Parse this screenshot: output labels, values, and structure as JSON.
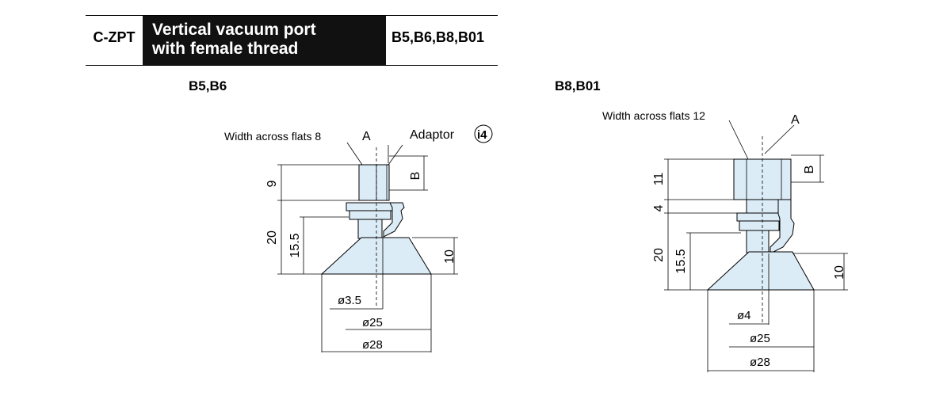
{
  "header": {
    "code": "C-ZPT",
    "title_line1": "Vertical vacuum port",
    "title_line2": "with female thread",
    "variants": "B5,B6,B8,B01"
  },
  "left_view": {
    "label": "B5,B6",
    "width_across_flats": "Width across flats 8",
    "port_label": "A",
    "adaptor_label": "Adaptor",
    "adaptor_badge": "i4",
    "thread_depth_label": "B",
    "dim_top": "9",
    "dim_total": "20",
    "dim_body": "15.5",
    "dim_pad": "10",
    "dia_hole": "ø3.5",
    "dia_pad": "ø25",
    "dia_outer": "ø28"
  },
  "right_view": {
    "label": "B8,B01",
    "width_across_flats": "Width across flats 12",
    "port_label": "A",
    "thread_depth_label": "B",
    "dim_top": "11",
    "dim_neck": "4",
    "dim_total": "20",
    "dim_body": "15.5",
    "dim_pad": "10",
    "dia_hole": "ø4",
    "dia_pad": "ø25",
    "dia_outer": "ø28"
  },
  "colors": {
    "part_fill": "#dcecf6",
    "title_bg": "#111111",
    "line": "#000000"
  }
}
